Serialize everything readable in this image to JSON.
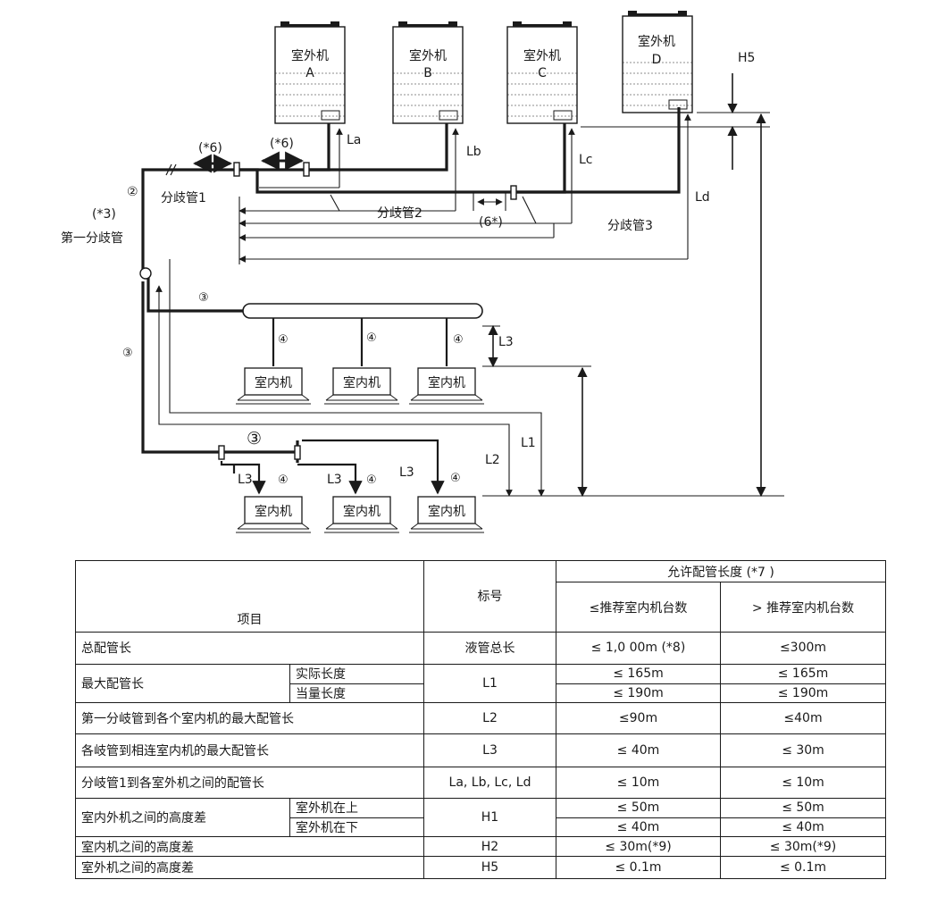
{
  "diagram": {
    "outdoor_units": [
      {
        "label": "室外机",
        "id": "A"
      },
      {
        "label": "室外机",
        "id": "B"
      },
      {
        "label": "室外机",
        "id": "C"
      },
      {
        "label": "室外机",
        "id": "D"
      }
    ],
    "indoor_unit_label": "室内机",
    "labels": {
      "h5": "H5",
      "la": "La",
      "lb": "Lb",
      "lc": "Lc",
      "ld": "Ld",
      "note6_a": "(*6)",
      "note6_b": "(*6)",
      "note6_c": "(6*)",
      "note3": "(*3)",
      "branch1": "分歧管1",
      "branch2": "分歧管2",
      "branch3": "分歧管3",
      "first_branch": "第一分歧管",
      "c2": "②",
      "c3_upper": "③",
      "c3_left": "③",
      "c3_lower": "③",
      "c4": "④",
      "l1": "L1",
      "l2": "L2",
      "l3": "L3"
    }
  },
  "table": {
    "header": {
      "item": "项目",
      "symbol": "标号",
      "allowed": "允许配管长度 (*7 )",
      "le_rec": "≤推荐室内机台数",
      "gt_rec": "> 推荐室内机台数"
    },
    "rows": [
      {
        "item": "总配管长",
        "symbol": "液管总长",
        "le": "≤ 1,0 00m  (*8)",
        "gt": "≤300m"
      },
      {
        "item": "最大配管长",
        "sub": [
          "实际长度",
          "当量长度"
        ],
        "symbol": "L1",
        "le": [
          "≤ 165m",
          "≤ 190m"
        ],
        "gt": [
          "≤ 165m",
          "≤ 190m"
        ]
      },
      {
        "item": "第一分岐管到各个室内机的最大配管长",
        "symbol": "L2",
        "le": "≤90m",
        "gt": "≤40m"
      },
      {
        "item": "各岐管到相连室内机的最大配管长",
        "symbol": "L3",
        "le": "≤ 40m",
        "gt": "≤ 30m"
      },
      {
        "item": "分岐管1到各室外机之间的配管长",
        "symbol": "La, Lb, Lc, Ld",
        "le": "≤ 10m",
        "gt": "≤ 10m"
      },
      {
        "item": "室内外机之间的高度差",
        "sub": [
          "室外机在上",
          "室外机在下"
        ],
        "symbol": "H1",
        "le": [
          "≤ 50m",
          "≤ 40m"
        ],
        "gt": [
          "≤ 50m",
          "≤ 40m"
        ]
      },
      {
        "item": "室内机之间的高度差",
        "symbol": "H2",
        "le": "≤ 30m(*9)",
        "gt": "≤ 30m(*9)"
      },
      {
        "item": "室外机之间的高度差",
        "symbol": "H5",
        "le": "≤ 0.1m",
        "gt": "≤ 0.1m"
      }
    ]
  },
  "colors": {
    "ink": "#1a1a1a",
    "paper": "#ffffff"
  }
}
